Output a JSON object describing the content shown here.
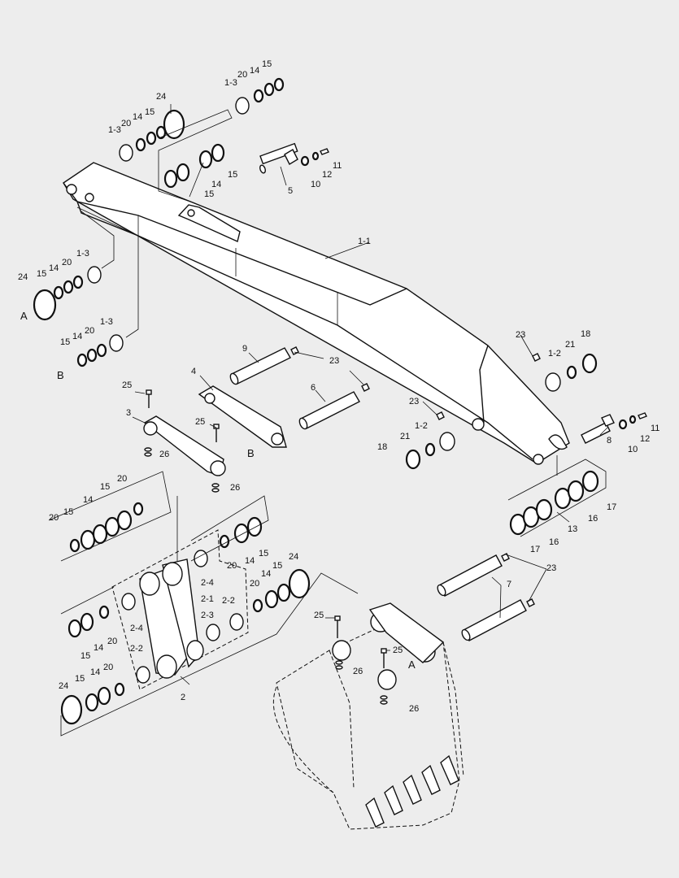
{
  "labels": {
    "boom": "1-1",
    "bush_1_3": "1-3",
    "bush_1_2": "1-2",
    "link_2": "2",
    "link_2_1": "2-1",
    "link_2_2": "2-2",
    "link_2_3": "2-3",
    "link_2_4": "2-4",
    "n3": "3",
    "n4": "4",
    "n5": "5",
    "n6": "6",
    "n7": "7",
    "n8": "8",
    "n9": "9",
    "n10": "10",
    "n11": "11",
    "n12": "12",
    "n13": "13",
    "n14": "14",
    "n15": "15",
    "n16": "16",
    "n17": "17",
    "n18": "18",
    "n20": "20",
    "n21": "21",
    "n23": "23",
    "n24": "24",
    "n25": "25",
    "n26": "26",
    "ref_a": "A",
    "ref_b": "B"
  }
}
